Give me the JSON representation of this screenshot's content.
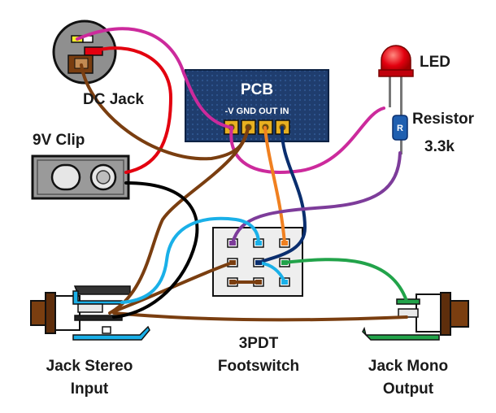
{
  "labels": {
    "dc_jack": "DC Jack",
    "clip": "9V Clip",
    "pcb_title": "PCB",
    "pcb_pins": "-V GND OUT IN",
    "led": "LED",
    "resistor": "Resistor",
    "resistor_value": "3.3k",
    "resistor_mark": "R",
    "footswitch_line1": "3PDT",
    "footswitch_line2": "Footswitch",
    "input_line1": "Jack Stereo",
    "input_line2": "Input",
    "output_line1": "Jack Mono",
    "output_line2": "Output"
  },
  "colors": {
    "magenta": "#cc2a9c",
    "red": "#e3000f",
    "brown": "#7a3e10",
    "black": "#000000",
    "orange": "#f08020",
    "navy": "#0a2e6e",
    "purple": "#7d3c9a",
    "cyan": "#1ab0e8",
    "green": "#22a34a",
    "pcb_board": "#1f3d6e",
    "pad": "#e8b020"
  }
}
